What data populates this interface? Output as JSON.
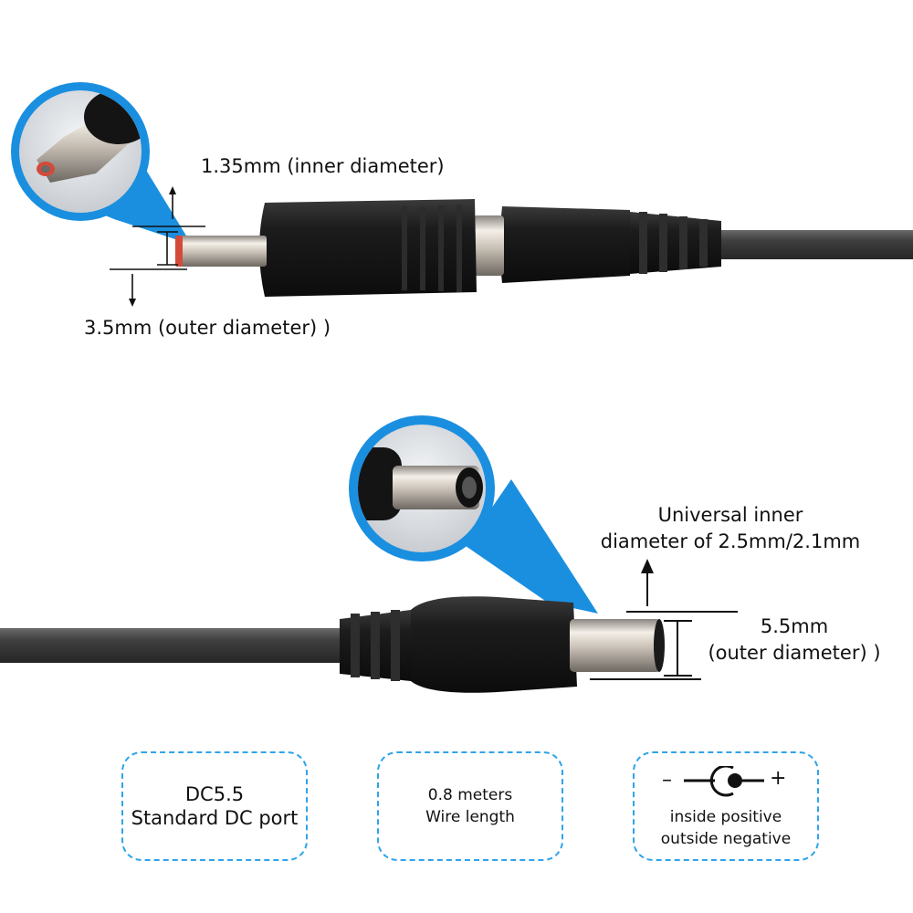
{
  "top_connector": {
    "inner_label": "1.35mm (inner diameter)",
    "outer_label": "3.5mm (outer diameter) )"
  },
  "bottom_connector": {
    "inner_label_line1": "Universal inner",
    "inner_label_line2": "diameter of 2.5mm/2.1mm",
    "outer_label_line1": "5.5mm",
    "outer_label_line2": "(outer diameter) )"
  },
  "info_boxes": [
    {
      "line1": "DC5.5",
      "line2": "Standard DC port"
    },
    {
      "line1": "0.8 meters",
      "line2": "Wire length"
    },
    {
      "symbol_minus": "–",
      "symbol_plus": "+",
      "line1": "inside positive",
      "line2": "outside negative"
    }
  ],
  "colors": {
    "accent_blue": "#1a8fe0",
    "dashed_border": "#2fa4ea",
    "cable": "#4a4a4a",
    "plug_body": "#1e1e1e",
    "pin_metal": "#c9c2b8",
    "pin_red_ring": "#d44a3a"
  }
}
